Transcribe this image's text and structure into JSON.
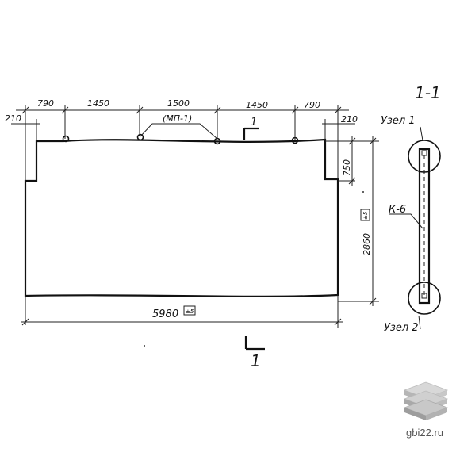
{
  "section_title": "1-1",
  "dims_top": {
    "edge_left": "210",
    "seg1": "790",
    "seg2": "1450",
    "seg3": "1500",
    "seg4": "1450",
    "seg5": "790",
    "edge_right": "210"
  },
  "dim_side_notch": "750",
  "dim_height": "2860",
  "dim_length": "5980",
  "tolerance_mark": "±5",
  "loop_label": "(МП-1)",
  "cut_label_top": "1",
  "cut_label_bottom": "1",
  "node_1": "Узел 1",
  "node_2": "Узел 2",
  "mesh_label": "К-6",
  "watermark": "gbi22.ru"
}
